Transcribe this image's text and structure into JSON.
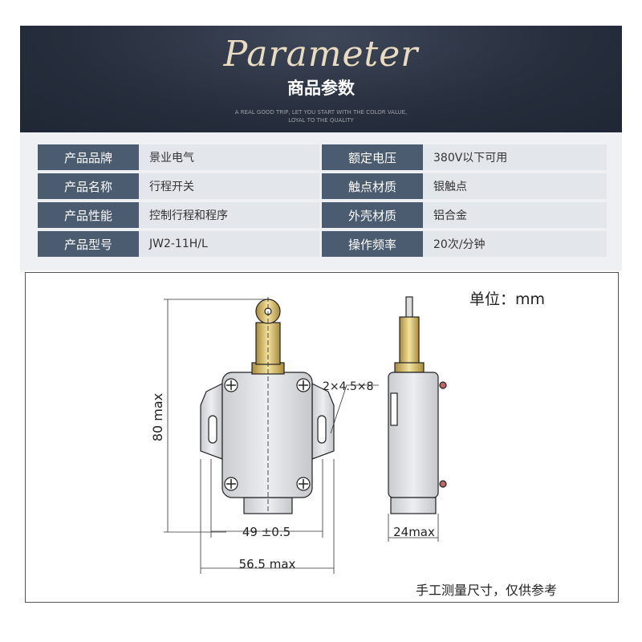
{
  "header": {
    "title_script": "Parameter",
    "title_cn": "商品参数",
    "slogan_line1": "A REAL GOOD TRIP, LET YOU START WITH THE COLOR VALUE,",
    "slogan_line2": "LOYAL TO THE QUALITY"
  },
  "specs": [
    {
      "label1": "产品品牌",
      "value1": "景业电气",
      "label2": "额定电压",
      "value2": "380V以下可用"
    },
    {
      "label1": "产品名称",
      "value1": "行程开关",
      "label2": "触点材质",
      "value2": "银触点"
    },
    {
      "label1": "产品性能",
      "value1": "控制行程和程序",
      "label2": "外壳材质",
      "value2": "铝合金"
    },
    {
      "label1": "产品型号",
      "value1": "JW2-11H/L",
      "label2": "操作频率",
      "value2": "20次/分钟"
    }
  ],
  "diagram": {
    "unit": "单位：mm",
    "height_dim": "80 max",
    "hole_dim": "2×4.5×8",
    "width_dim_inner": "49 ±0.5",
    "width_dim_outer": "56.5 max",
    "depth_dim": "24max",
    "note": "手工测量尺寸，仅供参考"
  },
  "colors": {
    "header_bg": "#262e3d",
    "label_bg": "#4b5b70",
    "value_bg": "#e3e6eb",
    "script_gold": "#e9dcc0"
  }
}
